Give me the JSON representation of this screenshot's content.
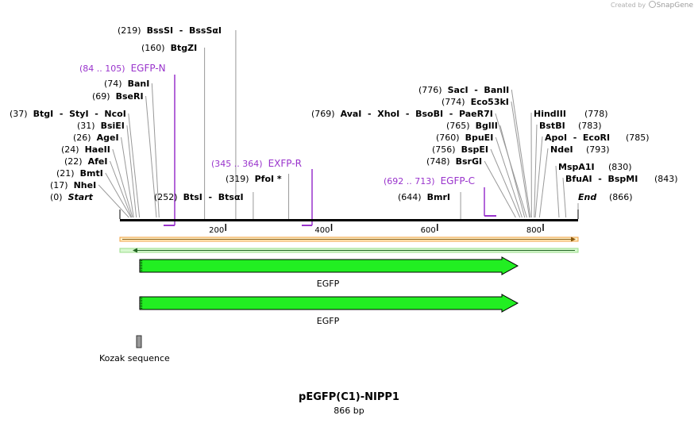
{
  "branding": {
    "created_by": "Created by",
    "product": "SnapGene"
  },
  "plasmid": {
    "name": "pEGFP(C1)-NIPP1",
    "length_label": "866 bp",
    "length": 866
  },
  "colors": {
    "enzyme": "#000000",
    "primer": "#9933cc",
    "feature": "#22ee22",
    "kozak": "#999999",
    "strand_top": "#f0a040",
    "strand_bottom": "#33aa33"
  },
  "ruler": {
    "ticks": [
      200,
      400,
      600,
      800
    ]
  },
  "enzymes": [
    {
      "pos": "(0)",
      "name": "Start",
      "italic": true
    },
    {
      "pos": "(17)",
      "name": "NheI"
    },
    {
      "pos": "(21)",
      "name": "BmtI"
    },
    {
      "pos": "(22)",
      "name": "AfeI"
    },
    {
      "pos": "(24)",
      "name": "HaeII"
    },
    {
      "pos": "(26)",
      "name": "AgeI"
    },
    {
      "pos": "(31)",
      "name": "BsiEI"
    },
    {
      "pos": "(37)",
      "name": "BtgI  -  StyI  -  NcoI"
    },
    {
      "pos": "(69)",
      "name": "BseRI"
    },
    {
      "pos": "(74)",
      "name": "BanI"
    },
    {
      "pos": "(160)",
      "name": "BtgZI"
    },
    {
      "pos": "(219)",
      "name": "BssSI  -  BssSαI"
    },
    {
      "pos": "(252)",
      "name": "BtsI  -  BtsαI"
    },
    {
      "pos": "(319)",
      "name": "PfoI *"
    },
    {
      "pos": "(644)",
      "name": "BmrI"
    },
    {
      "pos": "(748)",
      "name": "BsrGI"
    },
    {
      "pos": "(756)",
      "name": "BspEI"
    },
    {
      "pos": "(760)",
      "name": "BpuEI"
    },
    {
      "pos": "(765)",
      "name": "BglII"
    },
    {
      "pos": "(769)",
      "name": "AvaI  -  XhoI  -  BsoBI  -  PaeR7I"
    },
    {
      "pos": "(774)",
      "name": "Eco53kI"
    },
    {
      "pos": "(776)",
      "name": "SacI  -  BanII"
    },
    {
      "pos": "(778)",
      "name": "HindIII"
    },
    {
      "pos": "(783)",
      "name": "BstBI"
    },
    {
      "pos": "(785)",
      "name": "ApoI  -  EcoRI"
    },
    {
      "pos": "(793)",
      "name": "NdeI"
    },
    {
      "pos": "(830)",
      "name": "MspA1I"
    },
    {
      "pos": "(843)",
      "name": "BfuAI  -  BspMI"
    },
    {
      "pos": "(866)",
      "name": "End",
      "italic": true
    }
  ],
  "primers": [
    {
      "range": "(84 .. 105)",
      "name": "EGFP-N"
    },
    {
      "range": "(345 .. 364)",
      "name": "EXFP-R"
    },
    {
      "range": "(692 .. 713)",
      "name": "EGFP-C"
    }
  ],
  "features": [
    {
      "name": "EGFP"
    },
    {
      "name": "EGFP"
    },
    {
      "name": "Kozak sequence"
    }
  ]
}
